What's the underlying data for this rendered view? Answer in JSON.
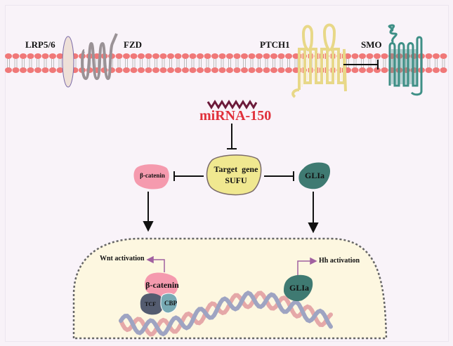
{
  "membrane_labels": {
    "lrp": "LRP5/6",
    "fzd": "FZD",
    "ptch": "PTCH1",
    "smo": "SMO"
  },
  "mirna": {
    "label": "miRNA-150"
  },
  "target": {
    "line1": "Target  gene",
    "line2": "SUFU"
  },
  "cytoplasm": {
    "beta_catenin": "β-catenin",
    "glia": "GLIa"
  },
  "nucleus": {
    "wnt_activation": "Wnt activation",
    "hh_activation": "Hh activation",
    "beta_catenin": "β-catenin",
    "tcf": "TCF",
    "cbp": "CBP",
    "glia": "GLIa"
  },
  "colors": {
    "membrane_head": "#f07878",
    "mirna": "#e0303a",
    "mirna_wave": "#6b1a3a",
    "beta_catenin": "#f59aae",
    "glia": "#3f7a72",
    "sufu": "#f0e890",
    "ptch": "#e8d888",
    "smo": "#3e8f86",
    "tcf": "#545c70",
    "cbp": "#78aab4",
    "nucleus_fill": "#fdf7e0",
    "activation_arrow": "#a060a0"
  }
}
